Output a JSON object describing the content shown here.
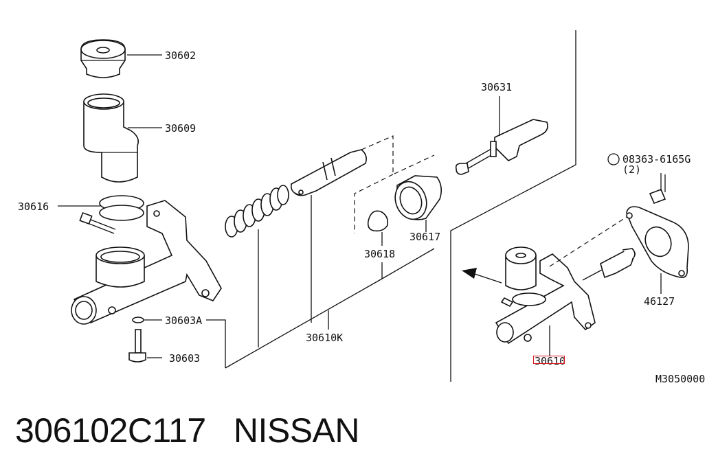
{
  "parts": {
    "p30602": "30602",
    "p30609": "30609",
    "p30616": "30616",
    "p30603A": "30603A",
    "p30603": "30603",
    "p30610K": "30610K",
    "p30618": "30618",
    "p30617": "30617",
    "p30631": "30631",
    "p08363": "08363-6165G",
    "p08363qty": "(2)",
    "p46127": "46127",
    "p30610": "30610",
    "ref": "M3050000"
  },
  "caption": {
    "part_number": "306102C117",
    "brand": "NISSAN"
  },
  "colors": {
    "highlight": "#e0141e",
    "ink": "#111111"
  }
}
